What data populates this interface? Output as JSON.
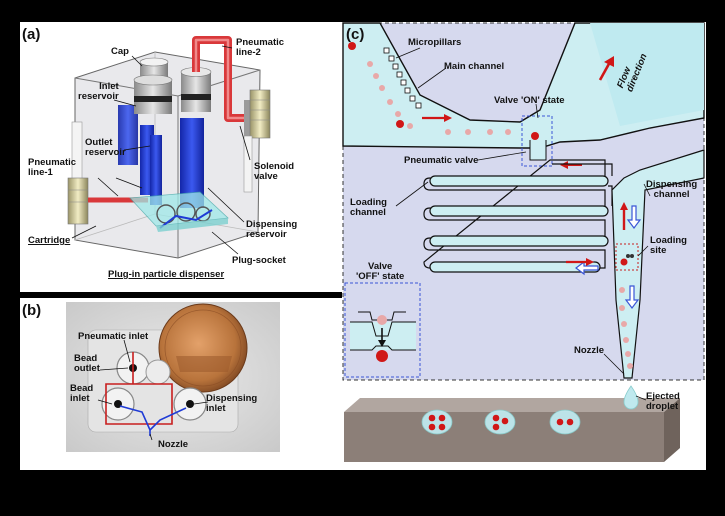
{
  "panels": {
    "a": {
      "tag": "(a)",
      "labels": {
        "cap": "Cap",
        "pneumatic_line_2": "Pneumatic\nline-2",
        "inlet_reservoir": "Inlet\nreservoir",
        "outlet_reservoir": "Outlet\nreservoir",
        "pneumatic_line_1": "Pneumatic\nline-1",
        "solenoid_valve": "Solenoid\nvalve",
        "dispensing_reservoir": "Dispensing\nreservoir",
        "cartridge": "Cartridge",
        "plug_socket": "Plug-socket",
        "plug_in_dispenser": "Plug-in particle dispenser"
      }
    },
    "b": {
      "tag": "(b)",
      "labels": {
        "pneumatic_inlet": "Pneumatic inlet",
        "bead_outlet": "Bead\noutlet",
        "bead_inlet": "Bead\ninlet",
        "dispensing_inlet": "Dispensing\ninlet",
        "nozzle": "Nozzle"
      }
    },
    "c": {
      "tag": "(c)",
      "labels": {
        "micropillars": "Micropillars",
        "main_channel": "Main channel",
        "flow_direction": "Flow\ndirection",
        "valve_on": "Valve 'ON' state",
        "pneumatic_valve": "Pneumatic valve",
        "dispensing_channel": "Dispensing\nchannel",
        "loading_channel": "Loading\nchannel",
        "loading_site": "Loading\nsite",
        "valve_off": "Valve\n'OFF' state",
        "nozzle": "Nozzle",
        "ejected_droplet": "Ejected\ndroplet"
      }
    }
  },
  "colors": {
    "channel_fill": "#cdeef2",
    "chip_bg": "#d6d9ee",
    "reservoir_blue": "#1f3bd6",
    "tube_red": "#d9383a",
    "bead_red": "#d01717",
    "bead_pink": "#e8a8a8",
    "slab": "#8c7f78",
    "copper": "#b8733b"
  }
}
